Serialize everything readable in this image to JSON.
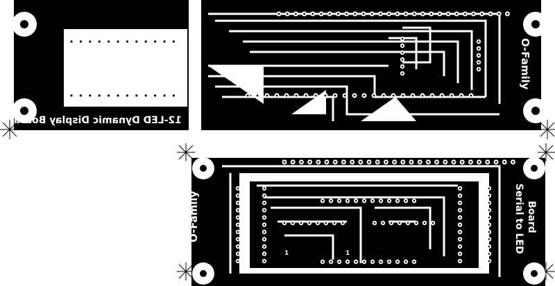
{
  "board1": {
    "title": "12-LED Dynamic Display Board",
    "brand": "O-Family",
    "pin1_marks": [
      "1",
      "1"
    ]
  },
  "board2": {
    "title_line1": "Serial to LED",
    "title_line2": "Board",
    "brand": "O-Family",
    "pin1_marks": [
      "1",
      "1"
    ]
  },
  "colors": {
    "copper": "#000000",
    "substrate": "#ffffff"
  }
}
